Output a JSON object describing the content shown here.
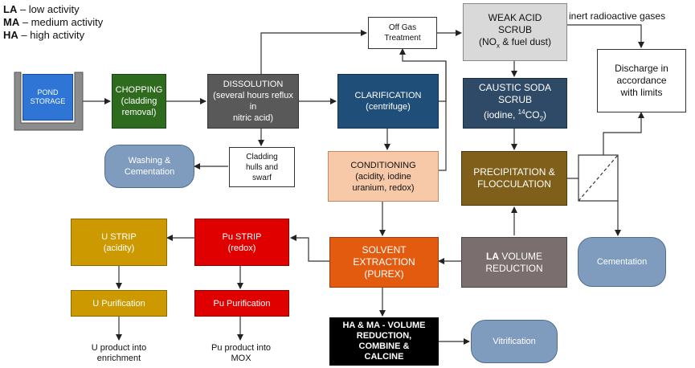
{
  "legend": {
    "la_abbr": "LA",
    "la_text": " – low activity",
    "ma_abbr": "MA",
    "ma_text": " – medium activity",
    "ha_abbr": "HA",
    "ha_text": " – high activity"
  },
  "nodes": {
    "pond_storage": "POND\nSTORAGE",
    "chopping": "CHOPPING\n(cladding\nremoval)",
    "dissolution": "DISSOLUTION\n(several hours reflux in\nnitric acid)",
    "clarification": "CLARIFICATION\n(centrifuge)",
    "off_gas": "Off Gas\nTreatment",
    "weak_acid_title": "WEAK ACID\nSCRUB",
    "weak_acid_detail_pre": "(NO",
    "weak_acid_detail_sub": "x",
    "weak_acid_detail_post": " & fuel dust)",
    "inert_gases": "inert radioactive gases",
    "discharge": "Discharge in\naccordance\nwith limits",
    "caustic_title": "CAUSTIC SODA\nSCRUB",
    "caustic_detail_pre": "(iodine, ",
    "caustic_detail_sup": "14",
    "caustic_detail_post": "CO",
    "caustic_detail_sub": "2",
    "caustic_detail_close": ")",
    "washing": "Washing &\nCementation",
    "cladding": "Cladding\nhulls and\nswarf",
    "conditioning": "CONDITIONING\n(acidity, iodine\nuranium, redox)",
    "precipitation": "PRECIPITATION &\nFLOCCULATION",
    "u_strip": "U STRIP\n(acidity)",
    "pu_strip": "Pu STRIP\n(redox)",
    "solvent": "SOLVENT\nEXTRACTION\n(PUREX)",
    "la_volume_abbr": "LA",
    "la_volume_text": " VOLUME\nREDUCTION",
    "cementation": "Cementation",
    "u_purification": "U Purification",
    "pu_purification": "Pu Purification",
    "hama_abbr": "HA & MA",
    "hama_text": " - VOLUME\nREDUCTION,\nCOMBINE &\nCALCINE",
    "vitrification": "Vitrification",
    "u_product": "U product into\nenrichment",
    "pu_product": "Pu product into\nMOX"
  },
  "colors": {
    "chopping": "#2e6b1f",
    "dissolution": "#595959",
    "clarification": "#1f4e79",
    "weak_acid": "#d9d9d9",
    "caustic": "#2f4a66",
    "conditioning": "#f7c9a9",
    "precipitation": "#7f5f1a",
    "u_gold": "#cc9a00",
    "pu_red": "#e00000",
    "solvent": "#e35b0f",
    "la_volume": "#7a6e6e",
    "ha_black": "#000000",
    "pill_blue": "#7f9cbf",
    "pond_blue": "#2e75d6"
  }
}
